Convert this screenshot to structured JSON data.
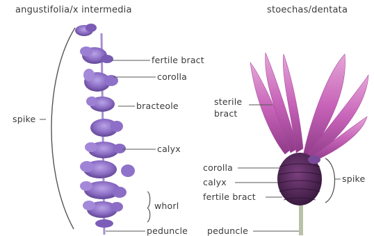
{
  "left_plant": {
    "title": "angustifolia/x intermedia",
    "labels": {
      "spike": "spike",
      "fertile_bract": "fertile bract",
      "corolla": "corolla",
      "bracteole": "bracteole",
      "calyx": "calyx",
      "whorl": "whorl",
      "peduncle": "peduncle"
    }
  },
  "right_plant": {
    "title": "stoechas/dentata",
    "labels": {
      "sterile_bract": "sterile\nbract",
      "corolla": "corolla",
      "calyx": "calyx",
      "fertile_bract": "fertile bract",
      "spike": "spike",
      "peduncle": "peduncle"
    }
  },
  "colors": {
    "text": "#3a3a3a",
    "leader_line": "#555555",
    "lavender_flower": "#8b6cc4",
    "lavender_dark": "#5a3e8e",
    "sterile_bract_pink": "#c05bb5",
    "spike_purple": "#4a2450",
    "stem_green": "#b9c2a6"
  }
}
